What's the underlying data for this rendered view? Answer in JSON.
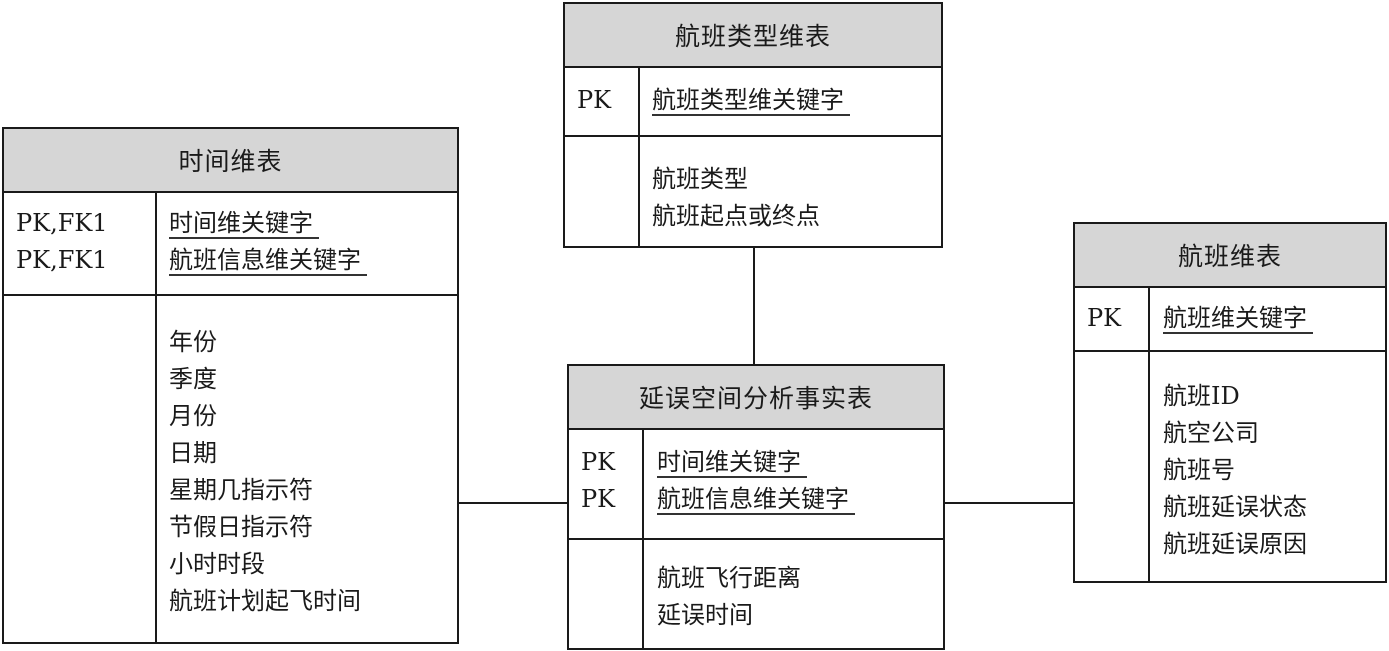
{
  "diagram": {
    "type": "star-schema",
    "tables": {
      "time_dim": {
        "title": "时间维表",
        "keys": [
          {
            "label": "PK,FK1",
            "name": "时间维关键字"
          },
          {
            "label": "PK,FK1",
            "name": "航班信息维关键字"
          }
        ],
        "attributes": [
          "年份",
          "季度",
          "月份",
          "日期",
          "星期几指示符",
          "节假日指示符",
          "小时时段",
          "航班计划起飞时间"
        ]
      },
      "flight_type_dim": {
        "title": "航班类型维表",
        "keys": [
          {
            "label": "PK",
            "name": "航班类型维关键字"
          }
        ],
        "attributes": [
          "航班类型",
          "航班起点或终点"
        ]
      },
      "delay_fact": {
        "title": "延误空间分析事实表",
        "keys": [
          {
            "label": "PK",
            "name": "时间维关键字"
          },
          {
            "label": "PK",
            "name": "航班信息维关键字"
          }
        ],
        "attributes": [
          "航班飞行距离",
          "延误时间"
        ]
      },
      "flight_dim": {
        "title": "航班维表",
        "keys": [
          {
            "label": "PK",
            "name": "航班维关键字"
          }
        ],
        "attributes": [
          "航班ID",
          "航空公司",
          "航班号",
          "航班延误状态",
          "航班延误原因"
        ]
      }
    },
    "relationships": [
      {
        "from": "time_dim",
        "to": "delay_fact"
      },
      {
        "from": "flight_type_dim",
        "to": "delay_fact"
      },
      {
        "from": "delay_fact",
        "to": "flight_dim"
      }
    ],
    "colors": {
      "header_fill": "#d6d6d6",
      "border": "#1a1a1a"
    }
  }
}
